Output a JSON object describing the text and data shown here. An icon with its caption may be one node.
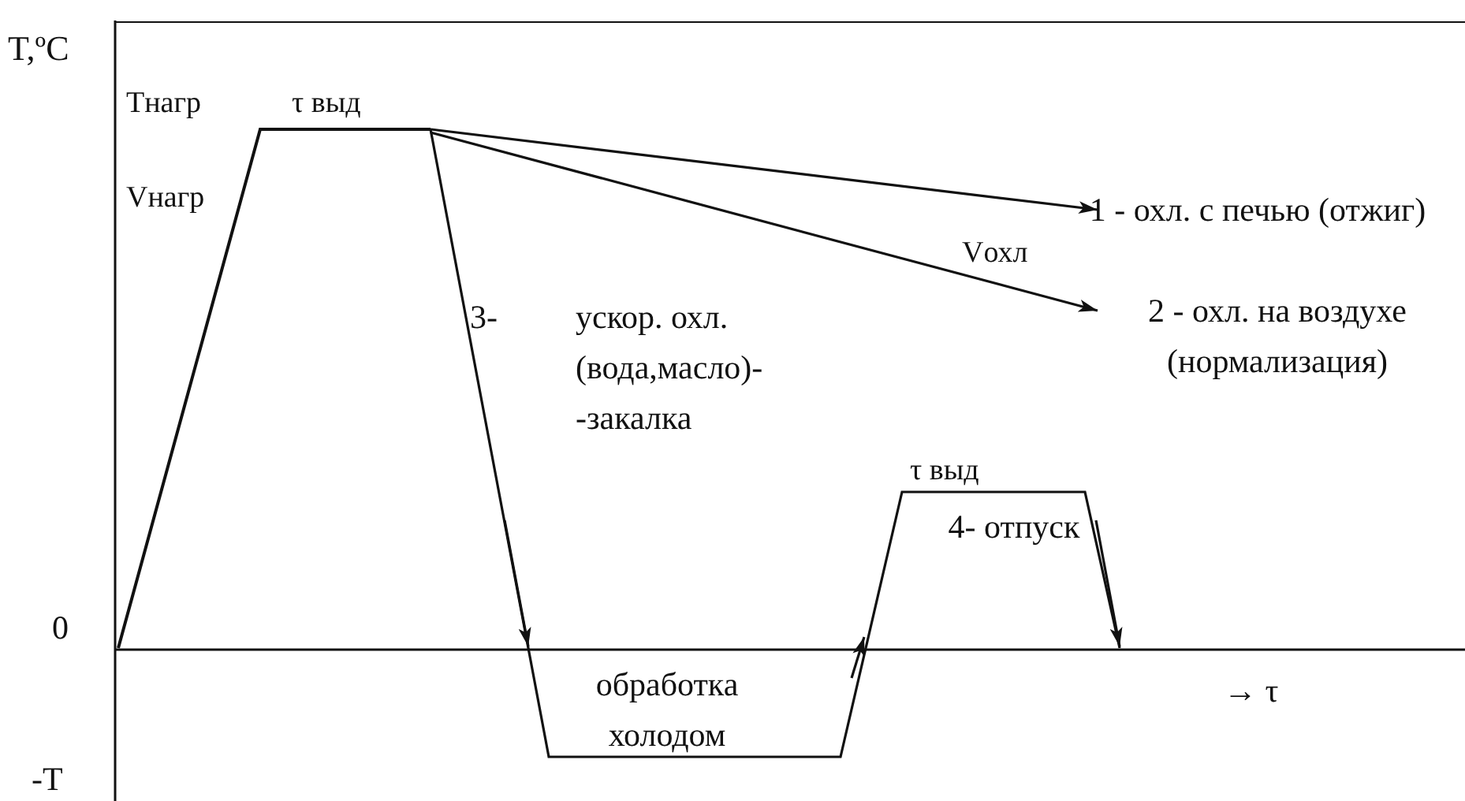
{
  "diagram": {
    "nodes": [
      {
        "text": [
          "1 - охл. с печью (отжиг)"
        ]
      },
      {
        "text": [
          "2 - охл. на воздухе (нормализация)"
        ]
      }
    ],
    "edges": [
      {
        "from": null,
        "to": 0,
        "arrow": "to"
      },
      {
        "from": null,
        "to": 1,
        "arrow": "to"
      }
    ],
    "labels": [
      "T,ºC",
      "Tнагр",
      "τ выд",
      "Vнагр",
      "Vохл",
      "3-",
      "ускор. охл. (вода,масло)- -закалка",
      "τ выд",
      "4- отпуск",
      "0",
      "обработка холодом",
      "→ τ",
      "-T"
    ]
  }
}
